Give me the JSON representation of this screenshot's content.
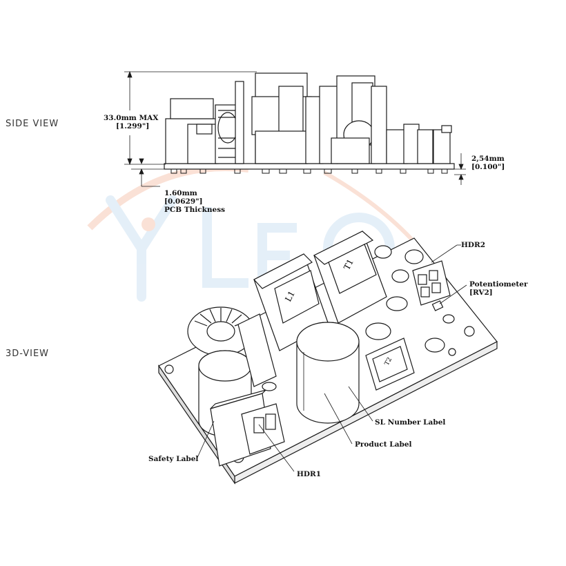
{
  "views": {
    "side": "SIDE VIEW",
    "three_d": "3D-VIEW"
  },
  "dimensions": {
    "height": "33.0mm MAX",
    "height_in": "[1.299\"]",
    "pcb_mm": "1.60mm",
    "pcb_in": "[0.0629\"]",
    "pcb_label": "PCB Thickness",
    "standoff_mm": "2,54mm",
    "standoff_in": "[0.100\"]"
  },
  "callouts": {
    "hdr2": "HDR2",
    "potentiometer": "Potentiometer",
    "rv2": "[RV2]",
    "sl_label": "SL Number Label",
    "product_label": "Product Label",
    "safety_label": "Safety Label",
    "hdr1": "HDR1"
  },
  "component_marks": {
    "l1": "L1",
    "t1": "T1",
    "t2": "T2"
  },
  "watermark": "YLEO",
  "colors": {
    "line": "#1a1a1a",
    "watermark_blue": "#cfe2f3",
    "watermark_orange": "#f7c9b5"
  }
}
